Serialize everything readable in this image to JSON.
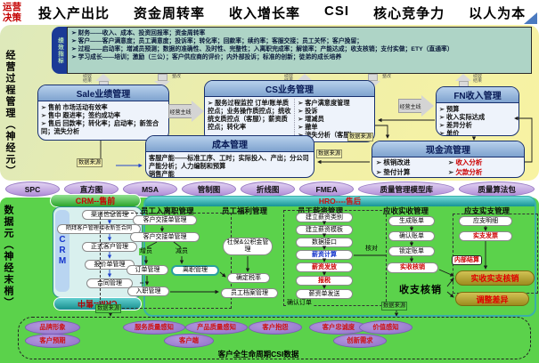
{
  "colors": {
    "accent_red": "#cc0000",
    "navy": "#071a56",
    "teal": "#2aa8a0",
    "green_bg": "#5bd24b",
    "purple_pill": "#b08ed8",
    "khaki": "#b8a428",
    "ellipse_purple": "#8f6fc8",
    "panel_teal": "#aed4c6"
  },
  "icons": {
    "bullet_marker": "➢",
    "up_arrow": "▲",
    "down_arrow": "▼"
  },
  "top_bar": {
    "decision": "运营决策",
    "metrics": [
      "投入产出比",
      "资金周转率",
      "收入增长率",
      "CSI",
      "核心竞争力",
      "以人为本"
    ]
  },
  "rails": {
    "upper": "经营过程管理（神经元）",
    "lower": "数据元（神经末梢）"
  },
  "kpi": {
    "tab": "绩效指标",
    "bullets": [
      "财务——收入、成本、投资回报率；资金周转率",
      "客户——客户满意度；员工满意度；投诉率；转化率；回款率；续约率；客服交接；员工关怀；客户挽留；",
      "过程——启动率；增减员预测；数据的准确性、及时性、完整性；入离职完成率；解锁率；产能达成；收支核销；支付实做；ETY（直通率）",
      "学习成长——培训；激励（三公）；客户供应商的评价；内外部投诉；标准的创新；徒弟的成长培养"
    ]
  },
  "flow": {
    "up": "绩效结果",
    "down": "整改",
    "mainline": "经营主线",
    "datasource": "数据来源"
  },
  "sale": {
    "title": "Sale业绩管理",
    "items": [
      "售前 市场活动有效率",
      "售中 跟进率；签约成功率",
      "售后 回款率；转化率；启动率；新签合同；流失分析"
    ]
  },
  "cs": {
    "title": "CS业务管理",
    "left": "服务过程监控 订单/账单质控点；业务操作质控点；统收统支质控点（客服）；薪资质控点；转化率",
    "right": [
      "客户满意度管理",
      "投诉",
      "增减员",
      "撤单",
      "流失分析（客服）"
    ]
  },
  "fn": {
    "title": "FN收入管理",
    "items": [
      "预算",
      "收入实际达成",
      "差异分析",
      "单价"
    ]
  },
  "cost": {
    "title": "成本管理",
    "line1": "客服产能——标准工序、工时；实际投入、产出；分公司产能分析；人力编制和预算",
    "line2": "销售产能"
  },
  "cash": {
    "title": "现金流管理",
    "r1l": "核销改进",
    "r1r": "收入分析",
    "r2l": "垫付计算",
    "r2r": "欠款分析"
  },
  "quality": {
    "items": [
      "SPC",
      "直方图",
      "MSA",
      "管制图",
      "折线图",
      "FMEA",
      "质量管理模型库",
      "质量算法包"
    ]
  },
  "crm": {
    "header": "CRM--售前",
    "rail": "CRM",
    "footer": "CRM--售中",
    "items": [
      "渠道信息管理",
      "陌拜客户管理接收新签合同",
      "正式客户管理",
      "报价单管理",
      "合同管理"
    ]
  },
  "hro": {
    "header": "HRO----售后",
    "c1": {
      "h": "员工入离职管理",
      "i1": "客户交接单管理",
      "i2": "客户交接单管理",
      "add": "增员",
      "sub": "减员",
      "order": "订单管理",
      "resign": "离职管理",
      "onboard": "入职管理"
    },
    "c2": {
      "h": "员工福利管理",
      "i1": "社保&公积金管理",
      "i2": "确定税率",
      "i3": "员工档案管理"
    },
    "c3": {
      "h": "员工薪资管理",
      "confirm": "确认订单",
      "items": [
        "建立薪资类别",
        "建立薪资模板",
        "数据接口",
        "薪资计算",
        "薪资发放",
        "报税",
        "薪资单发送"
      ]
    },
    "c4": {
      "h": "应收实收管理",
      "items": [
        "生成账单",
        "确认账单",
        "锁定账单"
      ],
      "verify": "实收核销"
    },
    "c5": {
      "h": "应支实支管理",
      "i1": "应支明细",
      "i2": "实支发票"
    },
    "check": "核对",
    "internal": "内部结算",
    "offset": "收支核销",
    "pill1": "实收实支核销",
    "pill2": "调整差异"
  },
  "csi": {
    "row1": [
      "品牌形象",
      "服务质量感知",
      "产品质量感知",
      "客户抱怨",
      "客户忠诚度",
      "价值感知"
    ],
    "row2": [
      "客户预期",
      "客户端",
      "创新需求"
    ],
    "caption": "客户全生命周期CSI数据"
  }
}
